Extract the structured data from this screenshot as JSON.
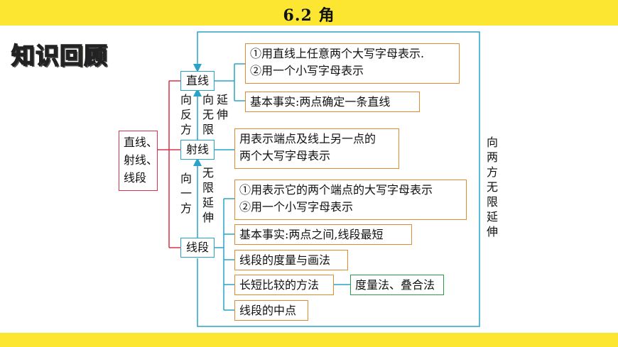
{
  "header": {
    "title": "6.2  角"
  },
  "badge": "知识回顾",
  "root": {
    "lines": [
      "直线、",
      "射线、",
      "线段"
    ]
  },
  "nodes": {
    "line": "直线",
    "ray": "射线",
    "segment": "线段"
  },
  "vertical_labels": {
    "line_ray_left": "向反方",
    "line_ray_right_top": "延伸",
    "line_ray_right_bottom": "向无限",
    "ray_segment_left": "向一方",
    "ray_segment_right": "无限延伸",
    "right_loop": "向两方无限延伸"
  },
  "line_details": {
    "notation": [
      "①用直线上任意两个大写字母表示.",
      "②用一个小写字母表示"
    ],
    "fact": "基本事实:两点确定一条直线"
  },
  "ray_details": {
    "notation": [
      "用表示端点及线上另一点的",
      "两个大写字母表示"
    ]
  },
  "segment_details": {
    "notation": [
      "①用表示它的两个端点的大写字母表示",
      "②用一个小写字母表示"
    ],
    "fact": "基本事实:两点之间,线段最短",
    "measure": "线段的度量与画法",
    "compare": "长短比较的方法",
    "compare_methods": "度量法、叠合法",
    "midpoint": "线段的中点"
  }
}
